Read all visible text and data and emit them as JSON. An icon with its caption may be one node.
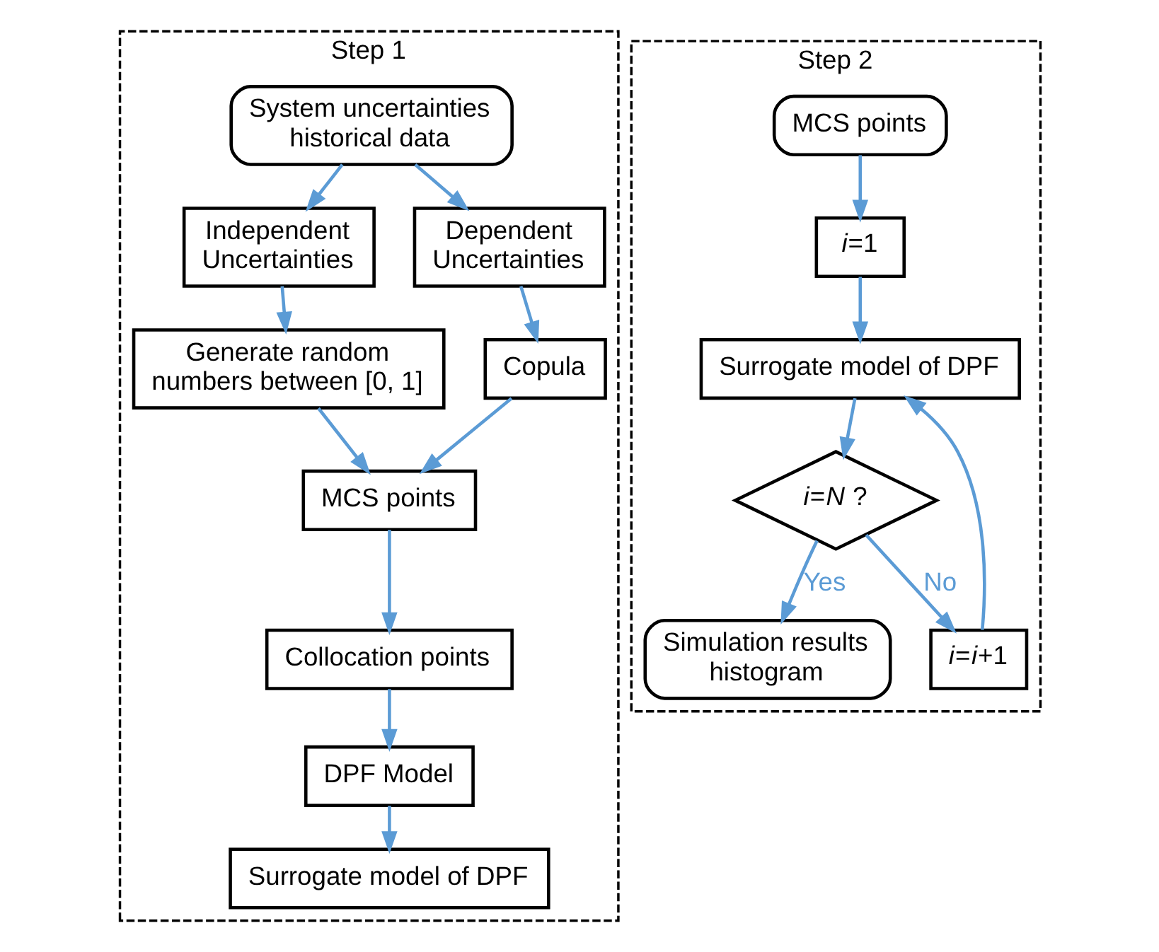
{
  "diagram": {
    "nodes": [
      {
        "text": [
          "Step 1"
        ]
      },
      {
        "text": [
          "System uncertainties historical data"
        ],
        "in": 0
      },
      {
        "text": [
          "Independent Uncertainties"
        ],
        "in": 0
      },
      {
        "text": [
          "Dependent Uncertainties"
        ],
        "in": 0
      },
      {
        "text": [
          "Generate random numbers between [0, 1]"
        ],
        "in": 0
      },
      {
        "text": [
          "Copula"
        ],
        "in": 0
      },
      {
        "text": [
          "MCS points"
        ],
        "in": 0
      },
      {
        "text": [
          "Collocation points"
        ],
        "in": 0
      },
      {
        "text": [
          "DPF Model"
        ],
        "in": 0
      },
      {
        "text": [
          "Surrogate model of DPF"
        ],
        "in": 0
      },
      {
        "text": [
          "Step 2"
        ]
      },
      {
        "text": [
          "MCS points"
        ],
        "in": 10
      },
      {
        "text": [
          "*i*=1"
        ],
        "in": 10
      },
      {
        "text": [
          "Surrogate model of DPF"
        ],
        "in": 10
      },
      {
        "text": [
          "*i*=*N* ?"
        ],
        "in": 10
      },
      {
        "text": [
          "*i*=*i*+1"
        ],
        "in": 10
      },
      {
        "text": [
          "Simulation results histogram"
        ],
        "in": 10
      }
    ],
    "edges": [
      {
        "from": 1,
        "to": 2,
        "arrow": "to"
      },
      {
        "from": 1,
        "to": 3,
        "arrow": "to"
      },
      {
        "from": 2,
        "to": 4,
        "arrow": "to"
      },
      {
        "from": 3,
        "to": 5,
        "arrow": "to"
      },
      {
        "from": 4,
        "to": 6,
        "arrow": "to"
      },
      {
        "from": 5,
        "to": 6,
        "arrow": "to"
      },
      {
        "from": 6,
        "to": 7,
        "arrow": "to"
      },
      {
        "from": 7,
        "to": 8,
        "arrow": "to"
      },
      {
        "from": 8,
        "to": 9,
        "arrow": "to"
      },
      {
        "from": 11,
        "to": 12,
        "arrow": "to"
      },
      {
        "from": 12,
        "to": 13,
        "arrow": "to"
      },
      {
        "from": 13,
        "to": 14,
        "arrow": "to"
      },
      {
        "from": 14,
        "to": 16,
        "arrow": "to",
        "label": "Yes"
      },
      {
        "from": 14,
        "to": 15,
        "arrow": "to",
        "label": "No"
      },
      {
        "from": 15,
        "to": 13,
        "arrow": "to"
      }
    ]
  }
}
